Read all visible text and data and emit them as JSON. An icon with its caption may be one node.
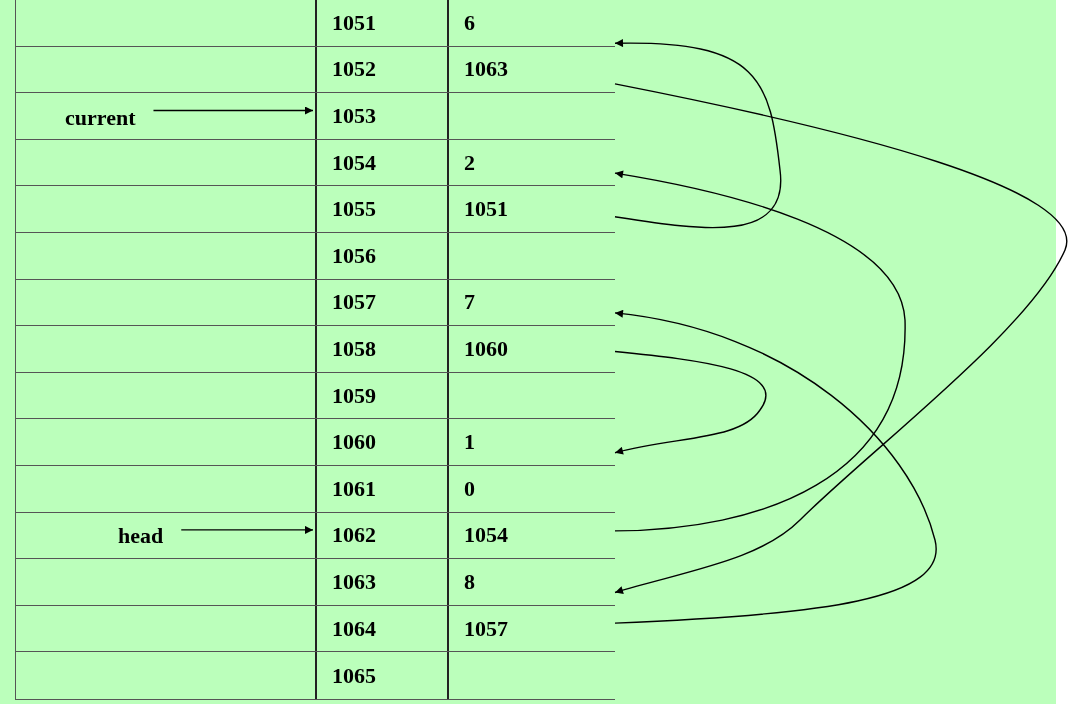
{
  "diagram": {
    "nodes": [
      {
        "text": [
          "1051",
          "6"
        ]
      },
      {
        "text": [
          "1052",
          "1063"
        ]
      },
      {
        "text": [
          "current"
        ],
        "in": 3
      },
      {
        "text": [
          "1053"
        ]
      },
      {
        "text": [
          "1054",
          "2"
        ]
      },
      {
        "text": [
          "1055",
          "1051"
        ]
      },
      {
        "text": [
          "1056"
        ]
      },
      {
        "text": [
          "1057",
          "7"
        ]
      },
      {
        "text": [
          "1058",
          "1060"
        ]
      },
      {
        "text": [
          "1059"
        ]
      },
      {
        "text": [
          "1060",
          "1"
        ]
      },
      {
        "text": [
          "1061",
          "0"
        ]
      },
      {
        "text": [
          "head"
        ],
        "in": 13
      },
      {
        "text": [
          "1062",
          "1054"
        ]
      },
      {
        "text": [
          "1063",
          "8"
        ]
      },
      {
        "text": [
          "1064",
          "1057"
        ]
      },
      {
        "text": [
          "1065"
        ]
      }
    ],
    "edges": [
      {
        "from": 2,
        "to": 3,
        "arrow": "to"
      },
      {
        "from": 12,
        "to": 13,
        "arrow": "to"
      },
      {
        "from": 1,
        "to": 14,
        "arrow": "to"
      },
      {
        "from": 5,
        "to": 0,
        "arrow": "to"
      },
      {
        "from": 13,
        "to": 4,
        "arrow": "to"
      },
      {
        "from": 8,
        "to": 10,
        "arrow": "to"
      },
      {
        "from": 15,
        "to": 7,
        "arrow": "to"
      }
    ]
  }
}
